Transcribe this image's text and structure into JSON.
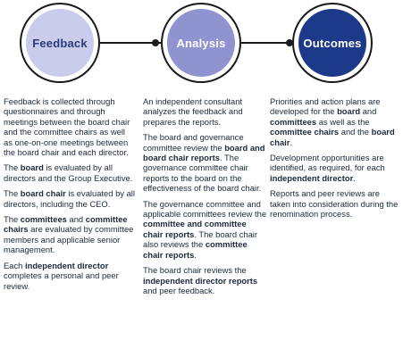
{
  "stages": [
    {
      "label": "Feedback",
      "fill": "#c9cdeb",
      "text_color": "#2b3a78"
    },
    {
      "label": "Analysis",
      "fill": "#8f94d1",
      "text_color": "#ffffff"
    },
    {
      "label": "Outcomes",
      "fill": "#1d3a8a",
      "text_color": "#ffffff"
    }
  ],
  "columns": [
    {
      "paragraphs": [
        [
          {
            "t": "Feedback is collected through questionnaires and through meetings between the board chair and the committee chairs as well as one-on-one meetings between the board chair and each director."
          }
        ],
        [
          {
            "t": "The "
          },
          {
            "t": "board",
            "b": true
          },
          {
            "t": " is evaluated by all directors and the Group Executive."
          }
        ],
        [
          {
            "t": "The "
          },
          {
            "t": "board chair",
            "b": true
          },
          {
            "t": " is evaluated by all directors, including the CEO."
          }
        ],
        [
          {
            "t": "The "
          },
          {
            "t": "committees",
            "b": true
          },
          {
            "t": " and "
          },
          {
            "t": "committee chairs",
            "b": true
          },
          {
            "t": " are evaluated by committee members and applicable senior management."
          }
        ],
        [
          {
            "t": "Each "
          },
          {
            "t": "independent director",
            "b": true
          },
          {
            "t": " completes a personal and peer review."
          }
        ]
      ]
    },
    {
      "paragraphs": [
        [
          {
            "t": "An independent consultant analyzes the feedback and prepares the reports."
          }
        ],
        [
          {
            "t": "The board and governance committee review the "
          },
          {
            "t": "board and board chair reports",
            "b": true
          },
          {
            "t": ". The governance committee chair reports to the board on the effectiveness of the board chair."
          }
        ],
        [
          {
            "t": "The governance committee and applicable committees review the "
          },
          {
            "t": "committee and committee chair reports",
            "b": true
          },
          {
            "t": ". The board chair also reviews the "
          },
          {
            "t": "committee chair reports",
            "b": true
          },
          {
            "t": "."
          }
        ],
        [
          {
            "t": "The board chair reviews the "
          },
          {
            "t": "independent director reports",
            "b": true
          },
          {
            "t": " and peer feedback."
          }
        ]
      ]
    },
    {
      "paragraphs": [
        [
          {
            "t": "Priorities and action plans are developed for the "
          },
          {
            "t": "board",
            "b": true
          },
          {
            "t": " and "
          },
          {
            "t": "committees",
            "b": true
          },
          {
            "t": " as well as the "
          },
          {
            "t": "committee chairs",
            "b": true
          },
          {
            "t": " and the "
          },
          {
            "t": "board chair",
            "b": true
          },
          {
            "t": "."
          }
        ],
        [
          {
            "t": "Development opportunities are identified, as required, for each "
          },
          {
            "t": "independent director",
            "b": true
          },
          {
            "t": "."
          }
        ],
        [
          {
            "t": "Reports and peer reviews are taken into consideration during the renomination process."
          }
        ]
      ]
    }
  ]
}
